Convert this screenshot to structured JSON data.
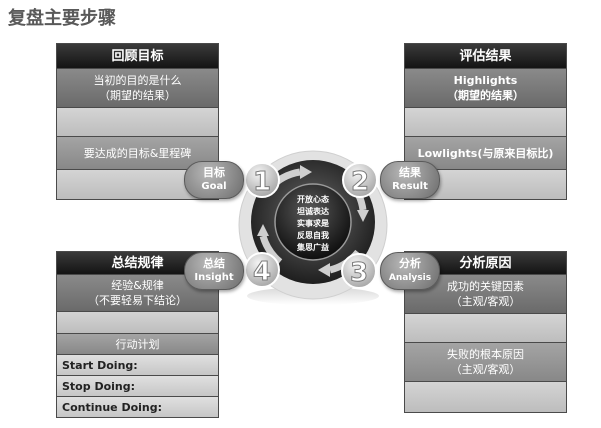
{
  "title": "复盘主要步骤",
  "panels": {
    "review": {
      "header": "回顾目标",
      "row1_line1": "当初的目的是什么",
      "row1_line2": "（期望的结果）",
      "row3": "要达成的目标&里程碑"
    },
    "evaluate": {
      "header": "评估结果",
      "row1_line1": "Highlights",
      "row1_line2": "（期望的结果）",
      "row3": "Lowlights(与原来目标比)"
    },
    "summarize": {
      "header": "总结规律",
      "row1_line1": "经验&规律",
      "row1_line2": "（不要轻易下结论）",
      "row3": "行动计划",
      "start": "Start Doing:",
      "stop": "Stop Doing:",
      "continue": "Continue Doing:"
    },
    "analyze": {
      "header": "分析原因",
      "row1_line1": "成功的关键因素",
      "row1_line2": "（主观/客观）",
      "row2_line1": "失败的根本原因",
      "row2_line2": "（主观/客观）"
    }
  },
  "steps": [
    {
      "number": "1",
      "cn": "目标",
      "en": "Goal"
    },
    {
      "number": "2",
      "cn": "结果",
      "en": "Result"
    },
    {
      "number": "3",
      "cn": "分析",
      "en": "Analysis"
    },
    {
      "number": "4",
      "cn": "总结",
      "en": "Insight"
    }
  ],
  "center": [
    "开放心态",
    "坦诚表达",
    "实事求是",
    "反思自我",
    "集思广益"
  ]
}
